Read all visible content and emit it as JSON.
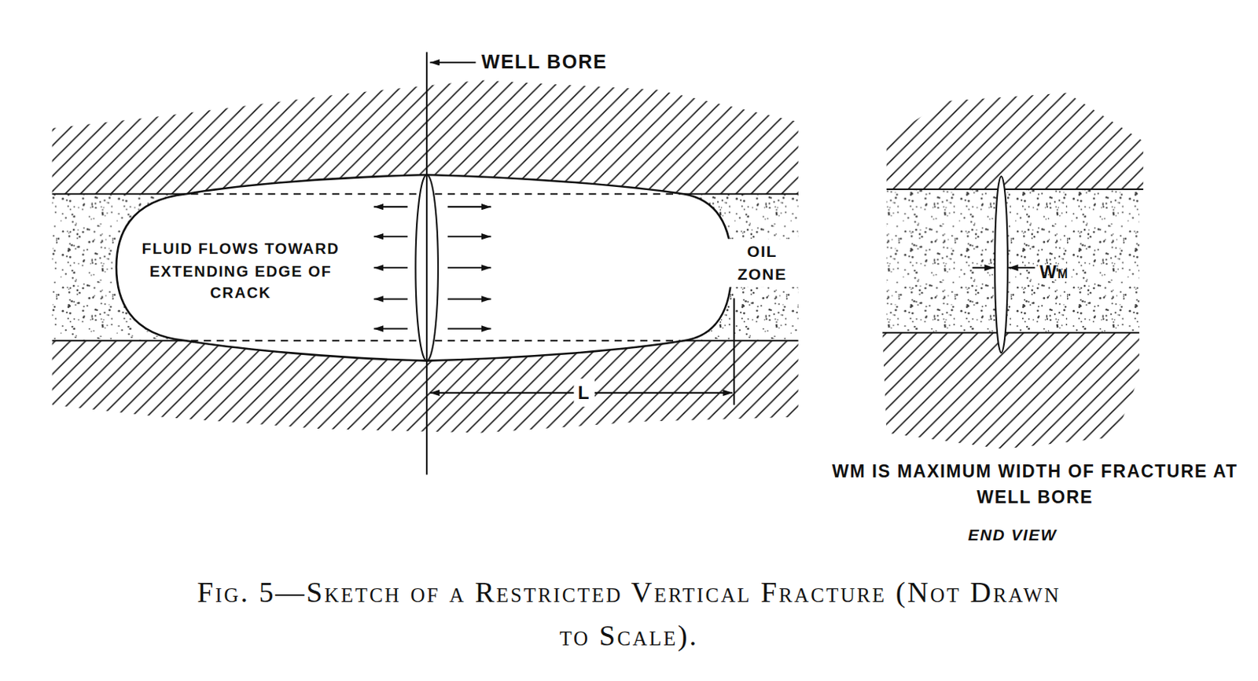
{
  "diagram": {
    "caption": "Fig. 5—Sketch of a Restricted Vertical Fracture (Not Drawn to Scale).",
    "labels": [
      "WELL BORE",
      "FLUID FLOWS TOWARD EXTENDING EDGE OF CRACK",
      "OIL ZONE",
      "L",
      "WM",
      "WM IS MAXIMUM WIDTH OF FRACTURE AT WELL BORE",
      "END VIEW"
    ]
  }
}
